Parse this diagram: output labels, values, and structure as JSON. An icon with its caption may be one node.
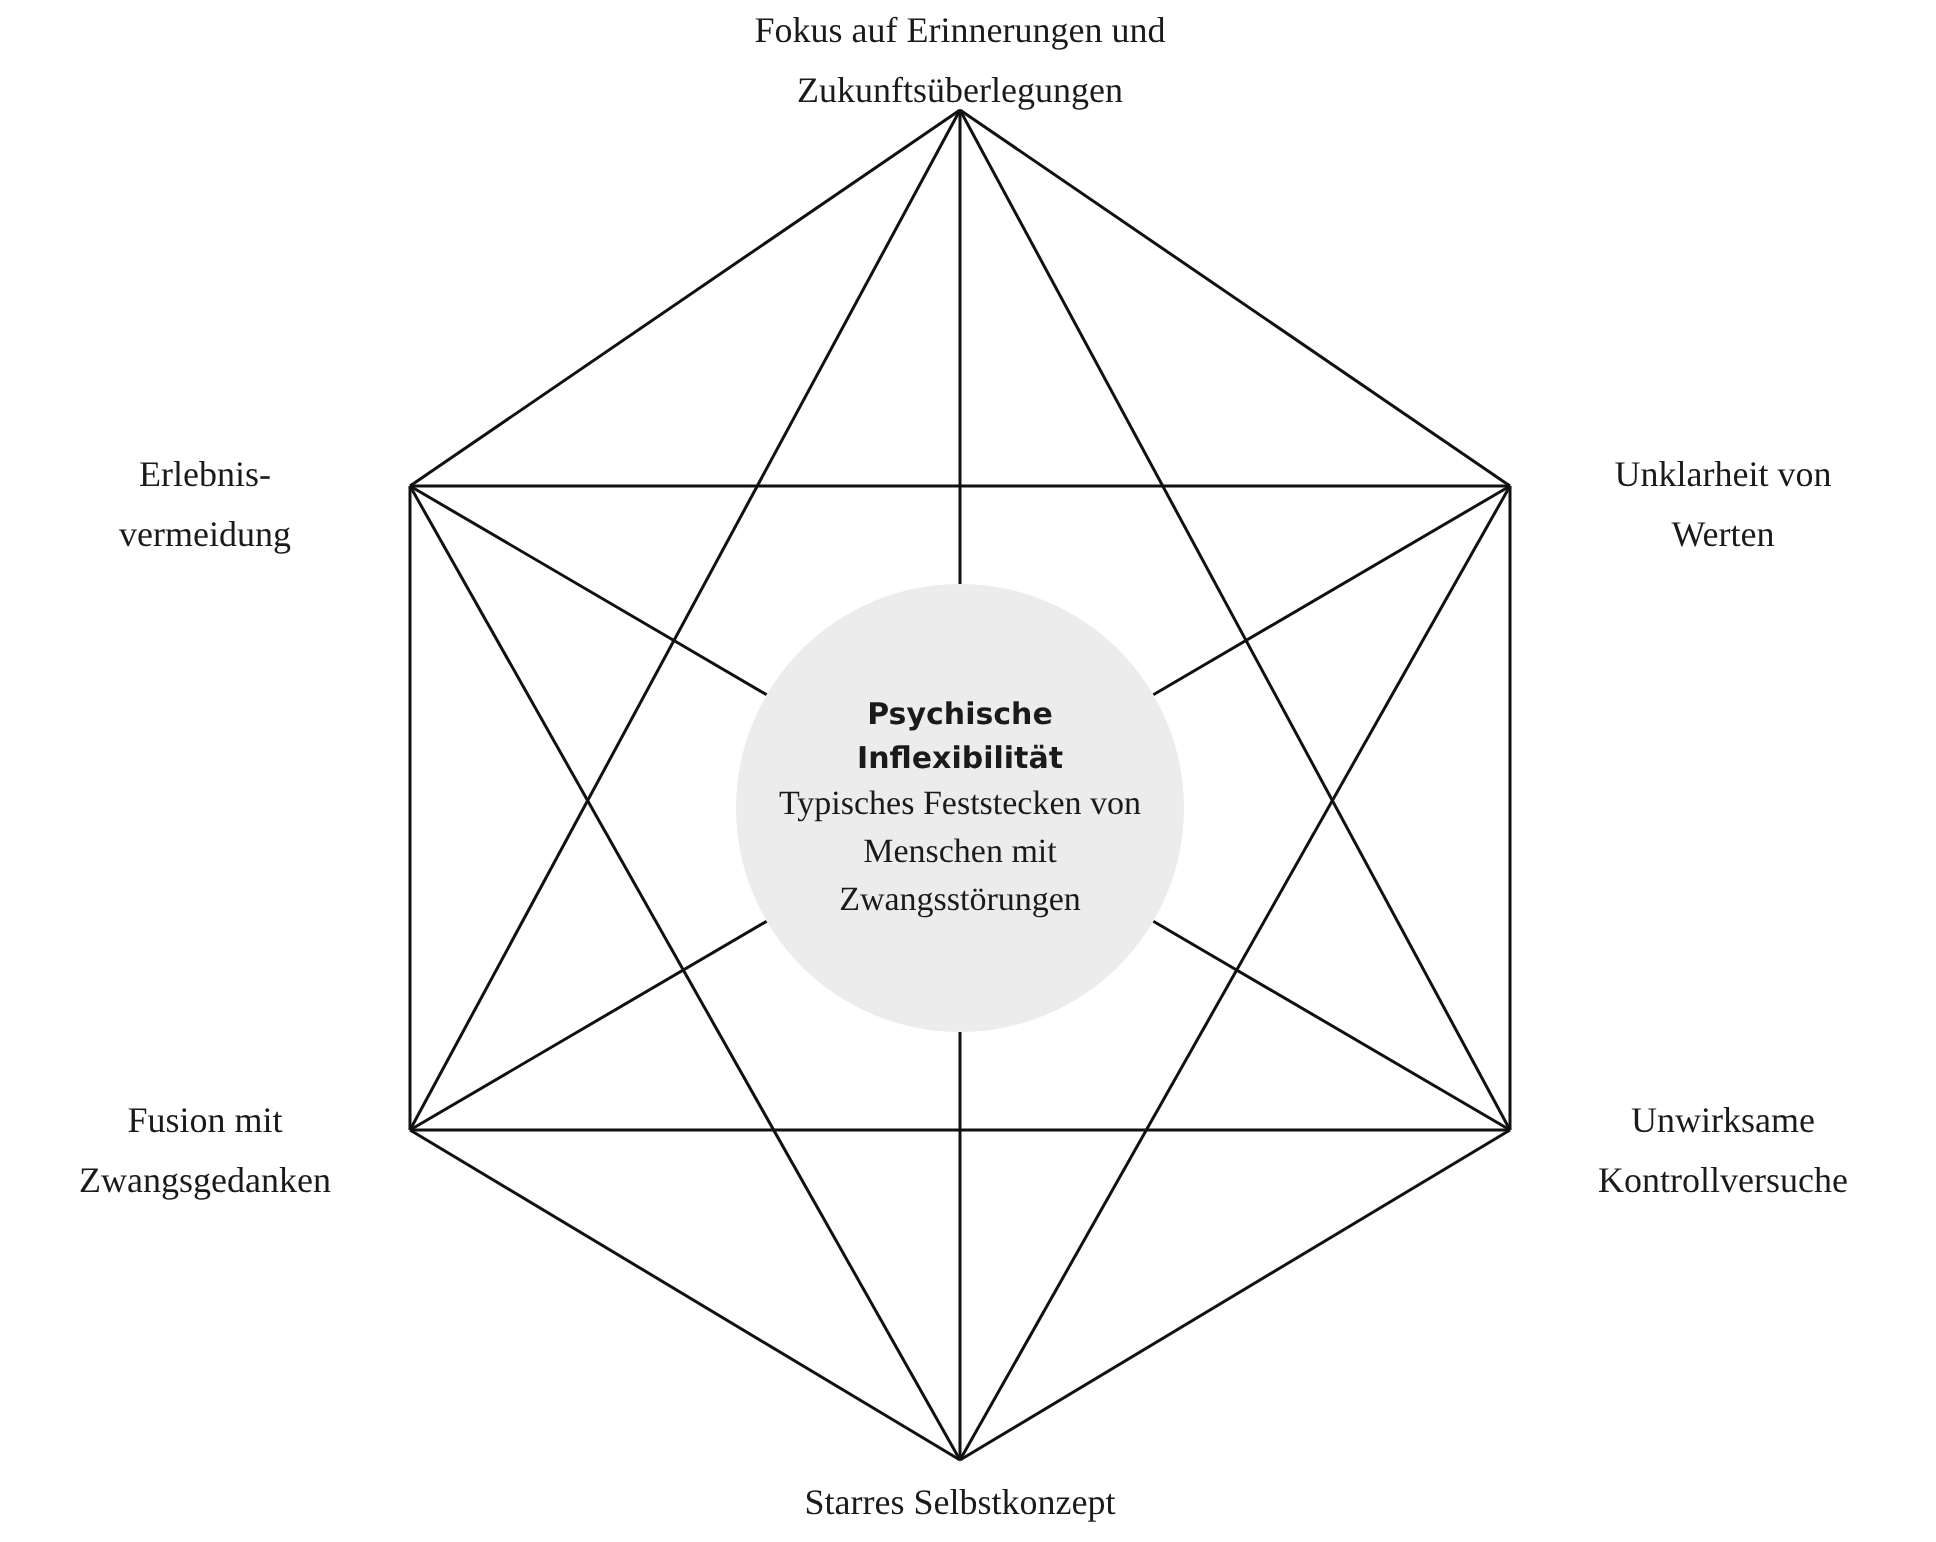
{
  "diagram": {
    "nodes": [
      {
        "text": [
          "Fokus auf Erinnerungen und Zukunftsüberlegungen"
        ]
      },
      {
        "text": [
          "Erlebnis- vermeidung"
        ]
      },
      {
        "text": [
          "Unklarheit von Werten"
        ]
      },
      {
        "text": [
          "Psychische Inflexibilität",
          "Typisches Feststecken von Menschen mit Zwangsstörungen"
        ]
      },
      {
        "text": [
          "Fusion mit Zwangsgedanken"
        ]
      },
      {
        "text": [
          "Unwirksame Kontrollversuche"
        ]
      },
      {
        "text": [
          "Starres Selbstkonzept"
        ]
      }
    ],
    "edges": [
      {
        "from": 0,
        "to": 2,
        "arrow": "none"
      },
      {
        "from": 2,
        "to": 5,
        "arrow": "none"
      },
      {
        "from": 5,
        "to": 6,
        "arrow": "none"
      },
      {
        "from": 6,
        "to": 4,
        "arrow": "none"
      },
      {
        "from": 4,
        "to": 1,
        "arrow": "none"
      },
      {
        "from": 1,
        "to": 0,
        "arrow": "none"
      },
      {
        "from": 1,
        "to": 2,
        "arrow": "none"
      },
      {
        "from": 4,
        "to": 5,
        "arrow": "none"
      },
      {
        "from": 0,
        "to": 4,
        "arrow": "none"
      },
      {
        "from": 0,
        "to": 5,
        "arrow": "none"
      },
      {
        "from": 6,
        "to": 1,
        "arrow": "none"
      },
      {
        "from": 6,
        "to": 2,
        "arrow": "none"
      },
      {
        "from": 0,
        "to": 3,
        "arrow": "none"
      },
      {
        "from": 1,
        "to": 3,
        "arrow": "none"
      },
      {
        "from": 2,
        "to": 3,
        "arrow": "none"
      },
      {
        "from": 4,
        "to": 3,
        "arrow": "none"
      },
      {
        "from": 5,
        "to": 3,
        "arrow": "none"
      },
      {
        "from": 6,
        "to": 3,
        "arrow": "none"
      }
    ]
  }
}
